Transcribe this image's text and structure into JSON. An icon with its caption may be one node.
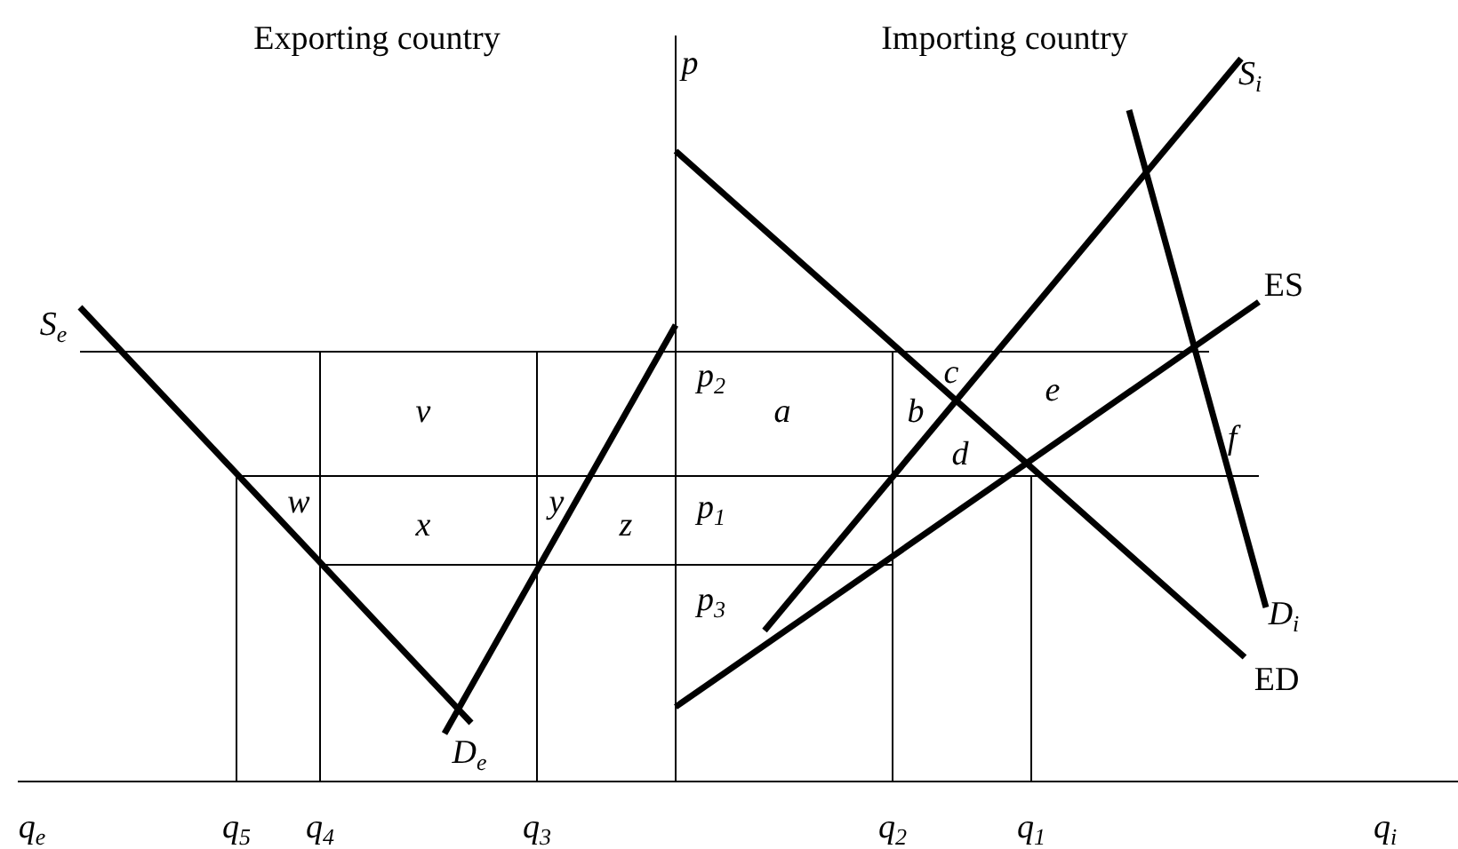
{
  "diagram": {
    "labels": [
      "Exporting country",
      "p",
      "Importing country",
      "S$_{i}$",
      "S$_{e}$",
      "ES",
      "p$_{2}$",
      "c",
      "v",
      "a",
      "b",
      "e",
      "f",
      "w",
      "d",
      "y",
      "x",
      "z",
      "p$_{1}$",
      "p$_{3}$",
      "D$_{i}$",
      "ED",
      "D$_{e}$",
      "q$_{e}$",
      "q$_{5}$",
      "q$_{4}$",
      "q$_{3}$",
      "q$_{2}$",
      "q$_{1}$",
      "q$_{i}$"
    ]
  }
}
